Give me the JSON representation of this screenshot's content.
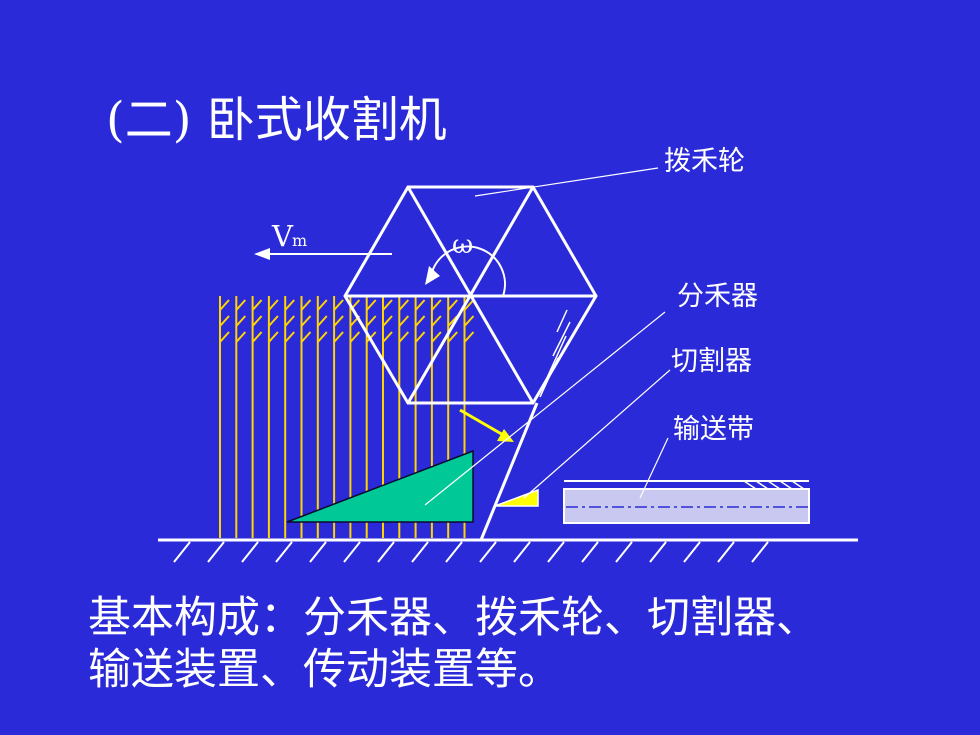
{
  "title": "(二) 卧式收割机",
  "labels": {
    "reel": "拨禾轮",
    "divider": "分禾器",
    "cutter": "切割器",
    "conveyor": "输送带",
    "velocity": "V",
    "velocity_sub": "m",
    "omega": "ω"
  },
  "summary": {
    "line1": "基本构成：分禾器、拨禾轮、切割器、",
    "line2": "输送装置、传动装置等。"
  },
  "colors": {
    "background": "#2a2ad9",
    "line": "#ffffff",
    "crop": "#ffd400",
    "divider": "#00c896",
    "conveyor": "#c8c8f0",
    "knife": "#ffff00"
  }
}
